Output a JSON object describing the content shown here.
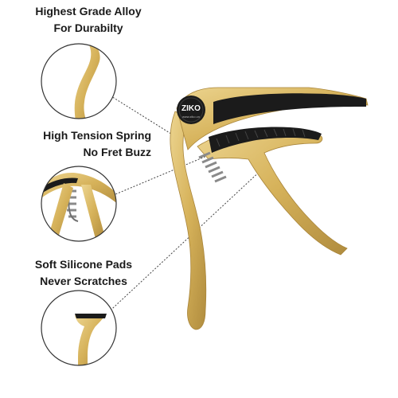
{
  "features": [
    {
      "line1": "Highest Grade Alloy",
      "line2": "For Durabilty"
    },
    {
      "line1": "High Tension Spring",
      "line2": "No Fret Buzz"
    },
    {
      "line1": "Soft Silicone Pads",
      "line2": "Never Scratches"
    }
  ],
  "product": {
    "brand": "ZIKO",
    "brand_sub": "www.ziko.cn"
  },
  "colors": {
    "gold": "#d6b25a",
    "gold_dark": "#a9853a",
    "gold_light": "#ecd48f",
    "pad": "#1b1b1b",
    "spring": "#8a8a8a",
    "circle_stroke": "#333333",
    "leader": "#444444"
  }
}
